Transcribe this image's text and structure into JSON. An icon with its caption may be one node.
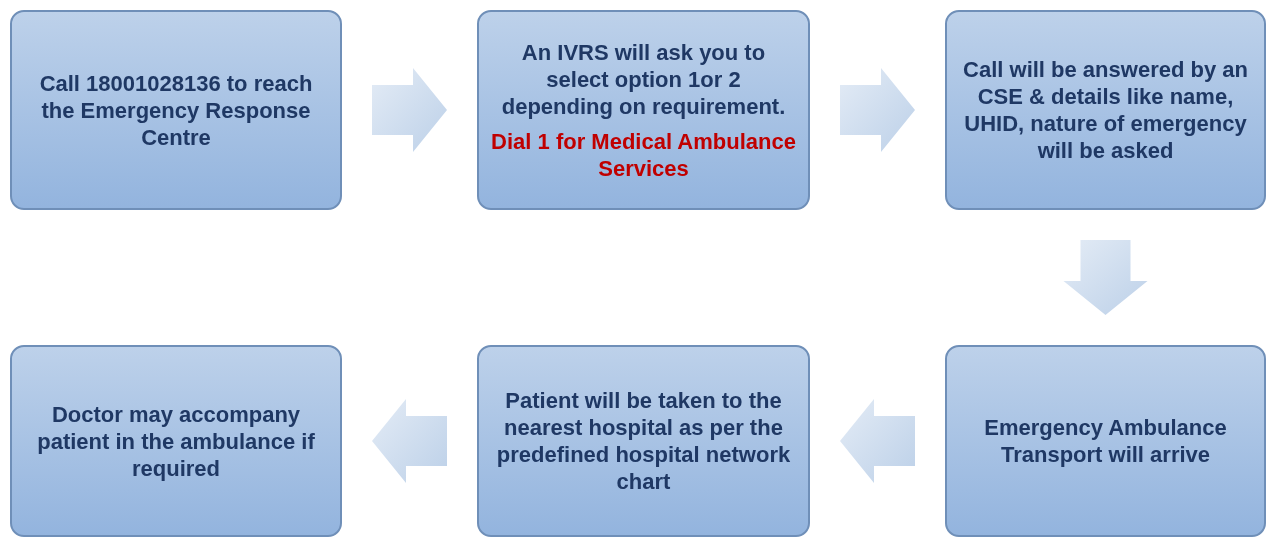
{
  "diagram": {
    "nodes": [
      {
        "text": [
          "Call 18001028136  to reach the Emergency Response Centre"
        ]
      },
      {
        "text": [
          "An IVRS will ask you to select  option 1or 2 depending on requirement.",
          "Dial 1 for Medical Ambulance Services"
        ]
      },
      {
        "text": [
          "Call will be answered by an CSE & details like name, UHID, nature of emergency will be asked"
        ]
      },
      {
        "text": [
          "Emergency Ambulance Transport  will arrive"
        ]
      },
      {
        "text": [
          "Patient will be taken to the nearest hospital as per the predefined hospital  network chart"
        ]
      },
      {
        "text": [
          "Doctor  may accompany patient in the ambulance if required"
        ]
      }
    ],
    "edges": [
      {
        "from": 0,
        "to": 1,
        "arrow": "to"
      },
      {
        "from": 1,
        "to": 2,
        "arrow": "to"
      },
      {
        "from": 2,
        "to": 3,
        "arrow": "to"
      },
      {
        "from": 3,
        "to": 4,
        "arrow": "to"
      },
      {
        "from": 4,
        "to": 5,
        "arrow": "to"
      }
    ]
  }
}
